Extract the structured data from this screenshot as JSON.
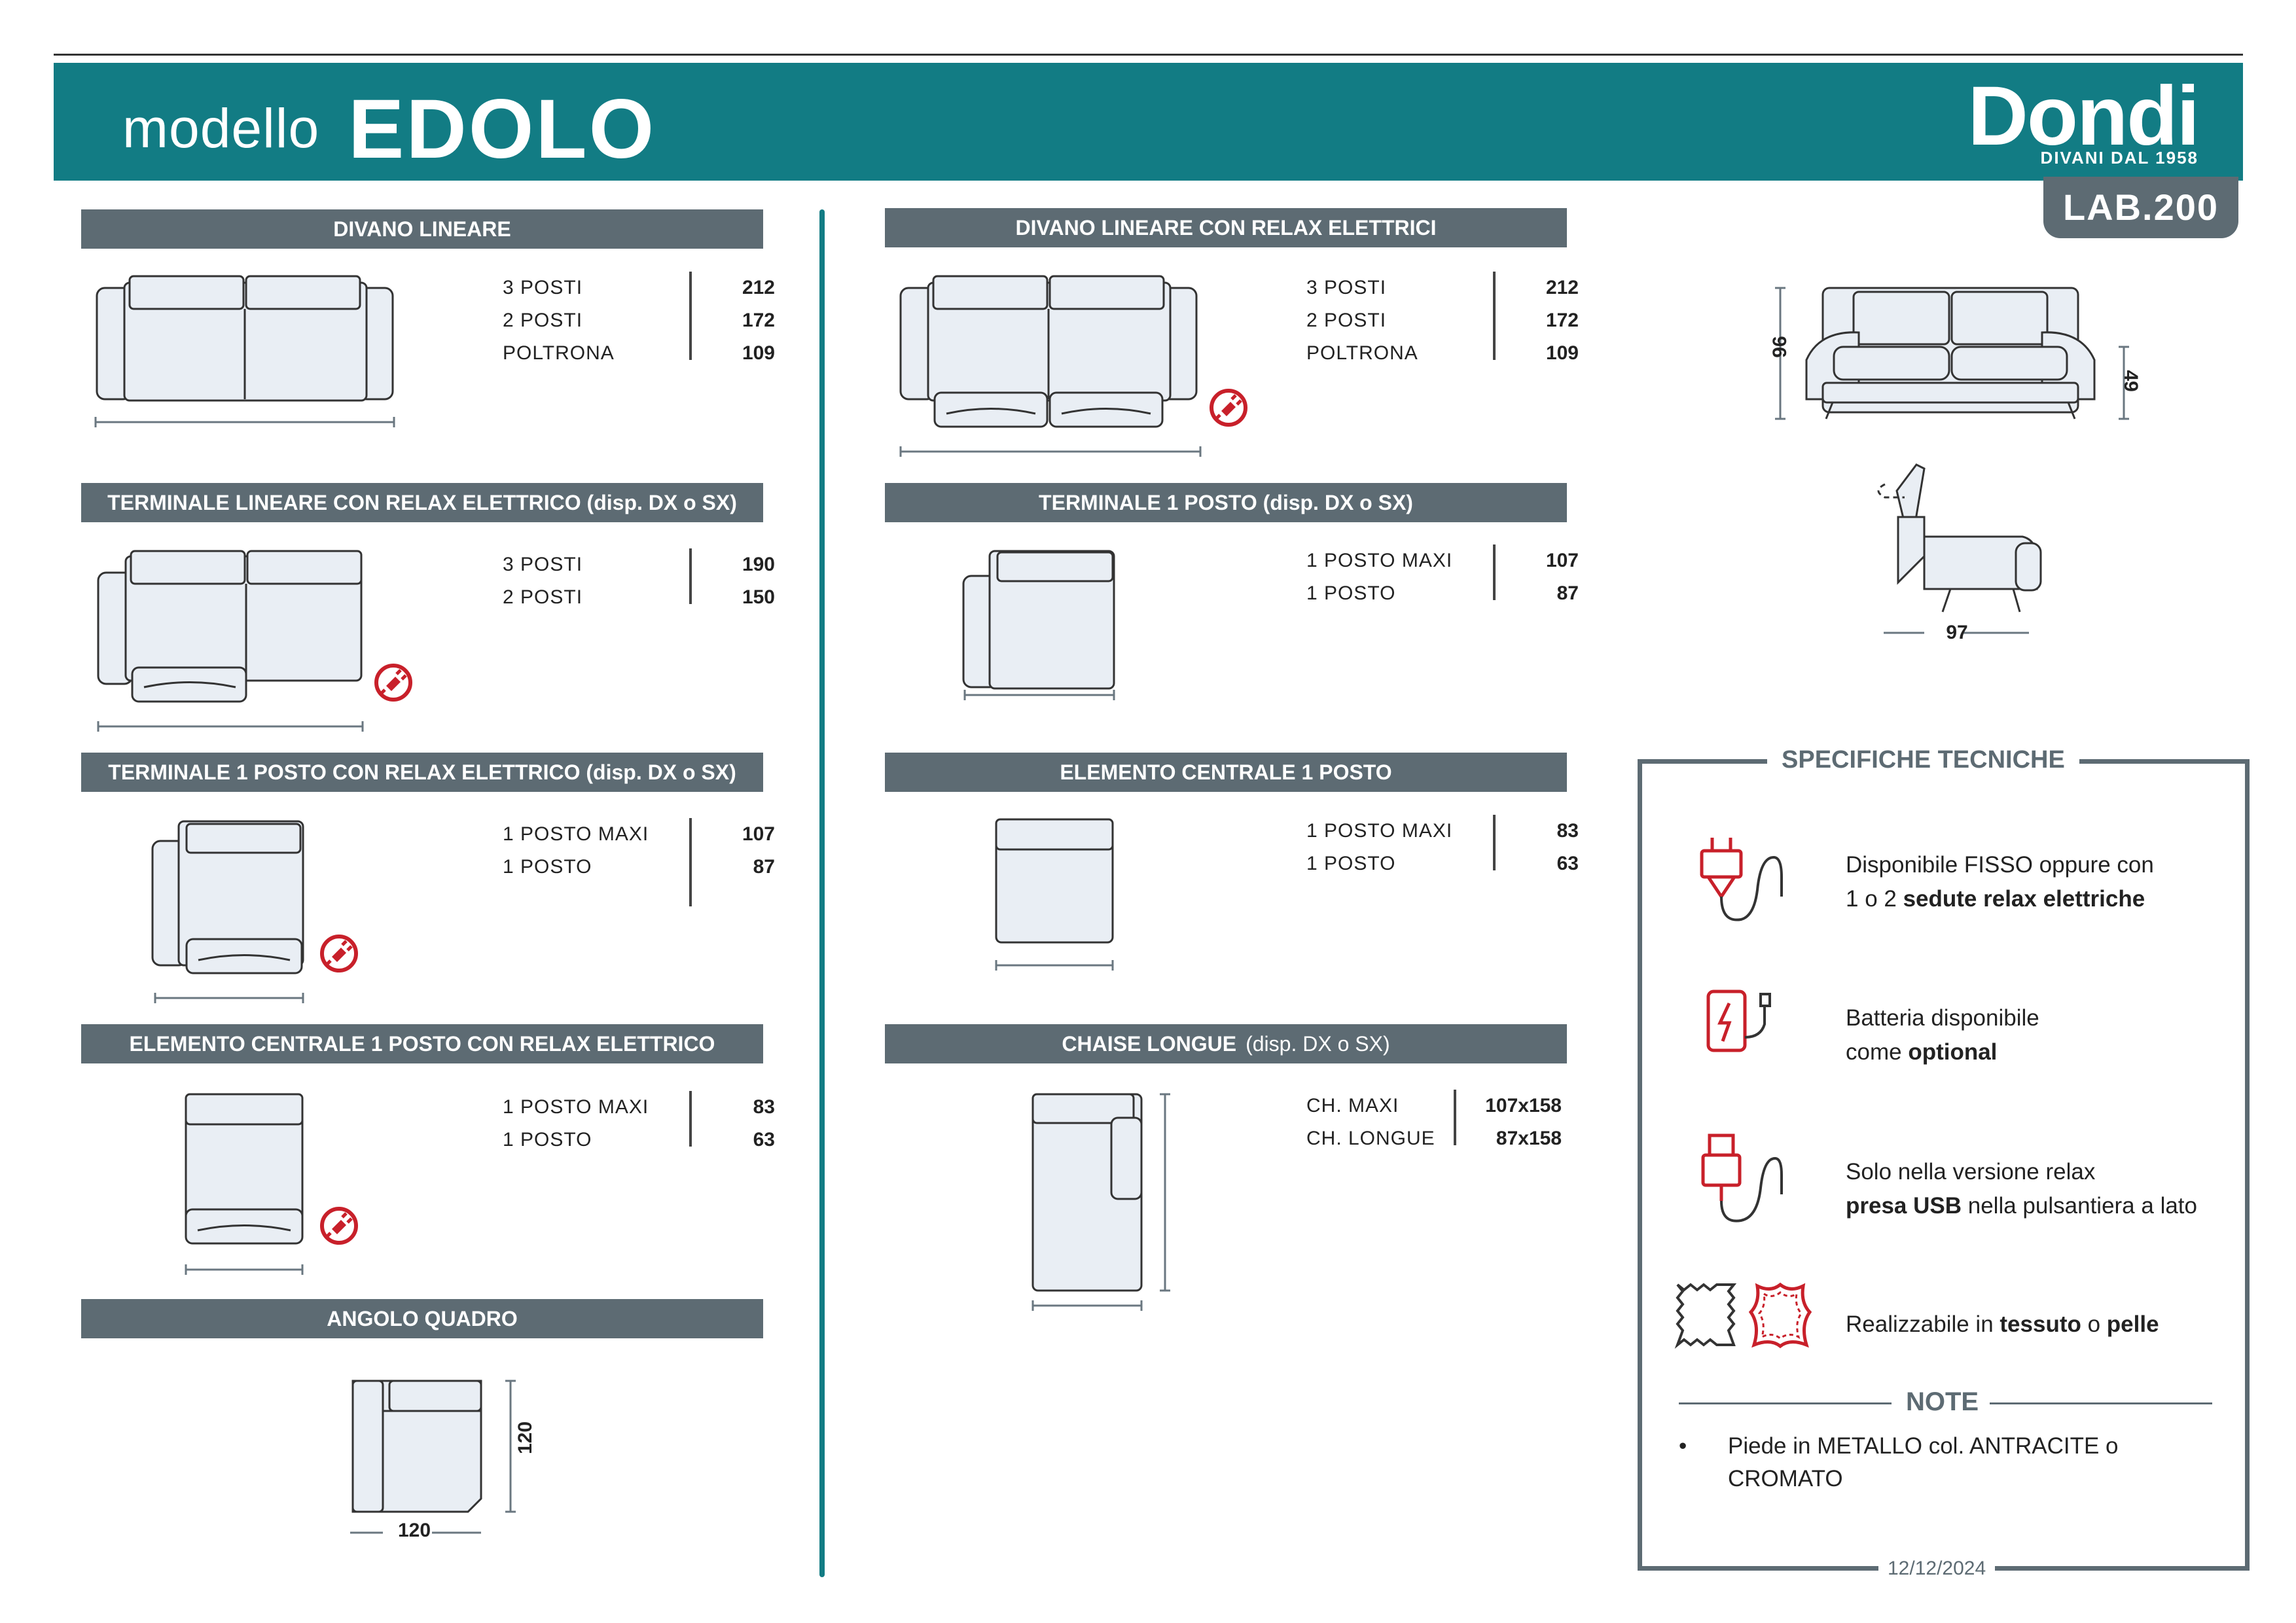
{
  "header": {
    "model_word": "modello",
    "model_name": "EDOLO",
    "brand": "Dondi",
    "brand_sub": "DIVANI DAL 1958",
    "lab": "LAB.200"
  },
  "sections": {
    "divano_lineare": {
      "title": "DIVANO LINEARE",
      "rows": [
        [
          "3 POSTI",
          "212"
        ],
        [
          "2 POSTI",
          "172"
        ],
        [
          "POLTRONA",
          "109"
        ]
      ]
    },
    "divano_relax": {
      "title": "DIVANO LINEARE CON RELAX ELETTRICI",
      "rows": [
        [
          "3 POSTI",
          "212"
        ],
        [
          "2 POSTI",
          "172"
        ],
        [
          "POLTRONA",
          "109"
        ]
      ]
    },
    "terminale_lineare_relax": {
      "title": "TERMINALE LINEARE CON RELAX ELETTRICO (disp. DX o SX)",
      "rows": [
        [
          "3 POSTI",
          "190"
        ],
        [
          "2 POSTI",
          "150"
        ]
      ]
    },
    "terminale_1_posto": {
      "title": "TERMINALE 1 POSTO (disp. DX o SX)",
      "rows": [
        [
          "1 POSTO MAXI",
          "107"
        ],
        [
          "1 POSTO",
          "87"
        ]
      ]
    },
    "terminale_1_posto_relax": {
      "title": "TERMINALE 1 POSTO CON RELAX ELETTRICO (disp. DX o SX)",
      "rows": [
        [
          "1 POSTO MAXI",
          "107"
        ],
        [
          "1 POSTO",
          "87"
        ]
      ]
    },
    "elemento_centrale": {
      "title": "ELEMENTO CENTRALE 1 POSTO",
      "rows": [
        [
          "1 POSTO MAXI",
          "83"
        ],
        [
          "1 POSTO",
          "63"
        ]
      ]
    },
    "elemento_centrale_relax": {
      "title": "ELEMENTO CENTRALE 1 POSTO CON RELAX ELETTRICO",
      "rows": [
        [
          "1 POSTO MAXI",
          "83"
        ],
        [
          "1 POSTO",
          "63"
        ]
      ]
    },
    "chaise_longue": {
      "title": "CHAISE LONGUE",
      "title_suffix": "(disp. DX o SX)",
      "rows": [
        [
          "CH. MAXI",
          "107x158"
        ],
        [
          "CH. LONGUE",
          "87x158"
        ]
      ]
    },
    "angolo_quadro": {
      "title": "ANGOLO QUADRO",
      "dim_h": "120",
      "dim_w": "120"
    }
  },
  "elevation": {
    "height": "96",
    "seat_height": "49",
    "depth": "97"
  },
  "specs": {
    "title": "SPECIFICHE TECNICHE",
    "item1_line1": "Disponibile FISSO oppure con",
    "item1_line2_a": "1 o 2 ",
    "item1_line2_b": "sedute relax elettriche",
    "item2_line1": "Batteria disponibile",
    "item2_line2_a": "come ",
    "item2_line2_b": "optional",
    "item3_line1": "Solo nella versione relax",
    "item3_line2_a": "presa USB",
    "item3_line2_b": " nella pulsantiera a lato",
    "item4_a": "Realizzabile in ",
    "item4_b": "tessuto",
    "item4_c": " o ",
    "item4_d": "pelle"
  },
  "note": {
    "title": "NOTE",
    "bullet": "•",
    "item": "Piede in METALLO col. ANTRACITE o CROMATO"
  },
  "date": "12/12/2024",
  "colors": {
    "teal": "#127c84",
    "slate": "#5d6b73",
    "sofa_fill": "#e9eef4",
    "relax_red": "#c8202a"
  }
}
